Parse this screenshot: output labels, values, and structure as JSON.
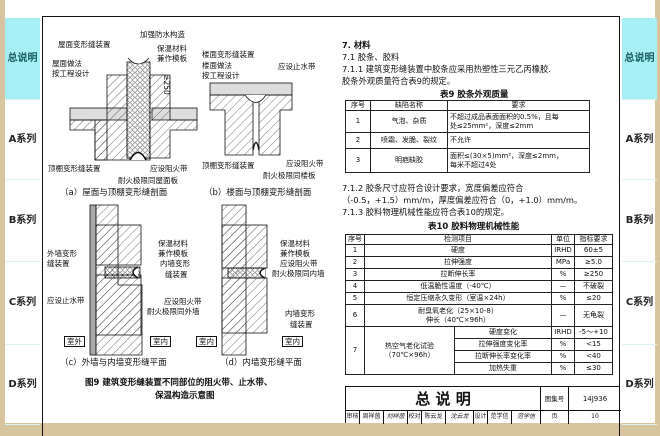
{
  "side_tabs": [
    "总说明",
    "A系列",
    "B系列",
    "C系列",
    "D系列"
  ],
  "active_tab": "总说明",
  "accent_color": "#a6f0f5",
  "figure": {
    "a": {
      "labels": [
        "屋面变形缝装置",
        "加强防水构造",
        "保温材料",
        "兼作模板",
        "屋面做法",
        "按工程设计",
        "≥250",
        "顶棚变形缝装置",
        "应设阻火带",
        "耐火极限同屋面板"
      ],
      "caption": "（a）屋面与顶棚变形缝剖面"
    },
    "b": {
      "labels": [
        "楼面变形缝装置",
        "楼面做法",
        "按工程设计",
        "应设止水带",
        "顶棚变形缝装置",
        "应设阻火带",
        "耐火极限同楼板"
      ],
      "caption": "（b）楼面与顶棚变形缝剖面"
    },
    "c": {
      "labels": [
        "外墙变形",
        "缝装置",
        "应设止水带",
        "保温材料",
        "兼作模板",
        "内墙变形",
        "缝装置",
        "应设阻火带",
        "耐火极限同外墙",
        "室外",
        "室内"
      ],
      "caption": "（c）外墙与内墙变形缝平面"
    },
    "d": {
      "labels": [
        "室内",
        "保温材料",
        "兼作模板",
        "应设阻火带",
        "耐火极限同内墙",
        "内墙变形",
        "缝装置",
        "室内"
      ],
      "caption": "（d）内墙变形缝平面"
    },
    "title_line1": "图9  建筑变形缝装置不同部位的阻火带、止水带、",
    "title_line2": "保温构造示意图"
  },
  "text": {
    "l1": "7.   材料",
    "l2": "7.1 胶条、胶料",
    "l3": "7.1.1 建筑变形缝装置中胶条应采用热塑性三元乙丙橡胶.",
    "l4": "胶条外观质量符合表9的规定。",
    "l5": "7.1.2 胶条尺寸应符合设计要求，宽度偏差应符合",
    "l6": "（-0.5，+1.5）mm/m，厚度偏差应符合（0，+1.0）mm/m。",
    "l7": "7.1.3 胶料物理机械性能应符合表10的规定。"
  },
  "table9": {
    "title": "表9 胶条外观质量",
    "headers": [
      "序号",
      "缺陷名称",
      "要求"
    ],
    "rows": [
      [
        "1",
        "气泡、杂质",
        "不超过成品表面面积的0.5%，且每",
        "处≤25mm²，深度≤2mm"
      ],
      [
        "2",
        "喷霜、发脆、裂纹",
        "不允许",
        ""
      ],
      [
        "3",
        "明疤缺胶",
        "面积≤(30×5)mm²，深度≤2mm，",
        "每米不超过4处"
      ]
    ]
  },
  "table10": {
    "title": "表10 胶料物理机械性能",
    "headers": [
      "序号",
      "检测项目",
      "单位",
      "指标要求"
    ],
    "rows": [
      [
        "1",
        "硬度",
        "IRHD",
        "60±5"
      ],
      [
        "2",
        "拉伸强度",
        "MPa",
        "≥5.0"
      ],
      [
        "3",
        "拉断伸长率",
        "%",
        "≥250"
      ],
      [
        "4",
        "低温脆性温度（-40℃）",
        "—",
        "不破裂"
      ],
      [
        "5",
        "恒定压缩永久变形（室温×24h）",
        "%",
        "≤20"
      ],
      [
        "6",
        "耐臭氧老化（25×10-8）",
        "伸长（40℃×96h）",
        "—",
        "无龟裂"
      ]
    ],
    "row7": {
      "no": "7",
      "name": "热空气老化试验",
      "cond": "（70℃×96h）",
      "sub": [
        [
          "硬度变化",
          "IRHD",
          "-5～+10"
        ],
        [
          "拉伸强度变化率",
          "%",
          "<15"
        ],
        [
          "拉断伸长率变化率",
          "%",
          "<40"
        ],
        [
          "加热失重",
          "%",
          "≤30"
        ]
      ]
    }
  },
  "title_block": {
    "title": "总  说  明",
    "atlas_label": "图集号",
    "atlas_no": "14J936",
    "row": [
      "审核",
      "周祥茵",
      "刘祥茵",
      "校对",
      "陈云龙",
      "沈云龙",
      "设计",
      "范学信",
      "范学信",
      "页",
      "10"
    ]
  }
}
